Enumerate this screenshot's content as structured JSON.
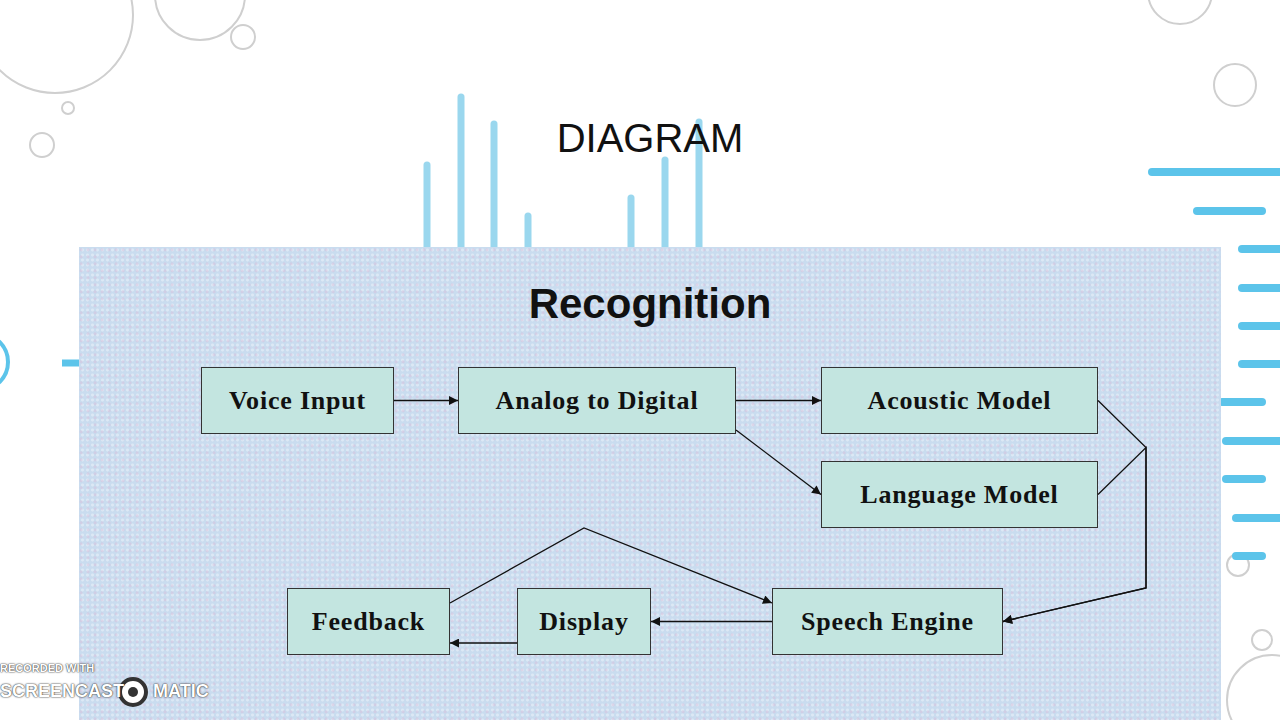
{
  "diagram": {
    "title": "DIAGRAM",
    "nodes": [
      {
        "text": [
          "Voice Input"
        ]
      },
      {
        "text": [
          "Analog to Digital"
        ]
      },
      {
        "text": [
          "Acoustic Model"
        ]
      },
      {
        "text": [
          "Language Model"
        ]
      },
      {
        "text": [
          "Feedback"
        ]
      },
      {
        "text": [
          "Display"
        ]
      },
      {
        "text": [
          "Speech Engine"
        ]
      }
    ],
    "edges": [
      {
        "from": 0,
        "to": 1,
        "arrow": "to"
      },
      {
        "from": 1,
        "to": 2,
        "arrow": "to"
      },
      {
        "from": 1,
        "to": 3,
        "arrow": "to"
      },
      {
        "from": 2,
        "to": 6,
        "arrow": "to"
      },
      {
        "from": 3,
        "to": 6,
        "arrow": "to"
      },
      {
        "from": 6,
        "to": 5,
        "arrow": "to"
      },
      {
        "from": 5,
        "to": 4,
        "arrow": "to"
      },
      {
        "from": 4,
        "to": 6,
        "arrow": "to"
      }
    ],
    "labels": [
      "Recognition",
      "RECORDED WITH",
      "SCREENCAST",
      "MATIC"
    ]
  }
}
